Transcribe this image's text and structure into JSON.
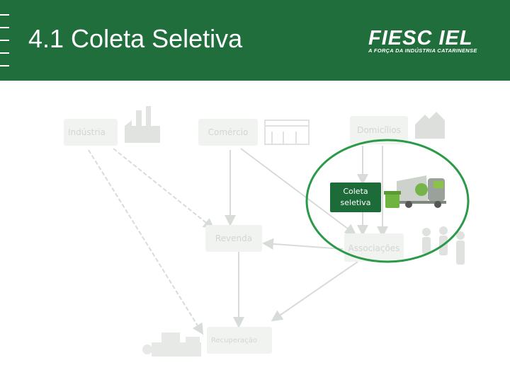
{
  "header": {
    "title": "4.1 Coleta Seletiva",
    "logo_text": "FIESC IEL",
    "logo_tagline": "A FORÇA DA INDÚSTRIA CATARINENSE",
    "background_color": "#1f6e3c"
  },
  "diagram": {
    "nodes": {
      "industria": "Indústria",
      "comercio": "Comércio",
      "domicilios": "Domicílios",
      "coleta_seletiva": "Coleta seletiva",
      "revenda": "Revenda",
      "associacoes": "Associações",
      "recuperacao": "Recuperação"
    },
    "icons": [
      "factory-icon",
      "shop-icon",
      "houses-icon",
      "garbage-truck-icon",
      "recycle-bin-icon",
      "people-icon",
      "recycling-plant-icon"
    ],
    "highlight_color": "#2a9a48",
    "active_node_color": "#1d6b38"
  }
}
